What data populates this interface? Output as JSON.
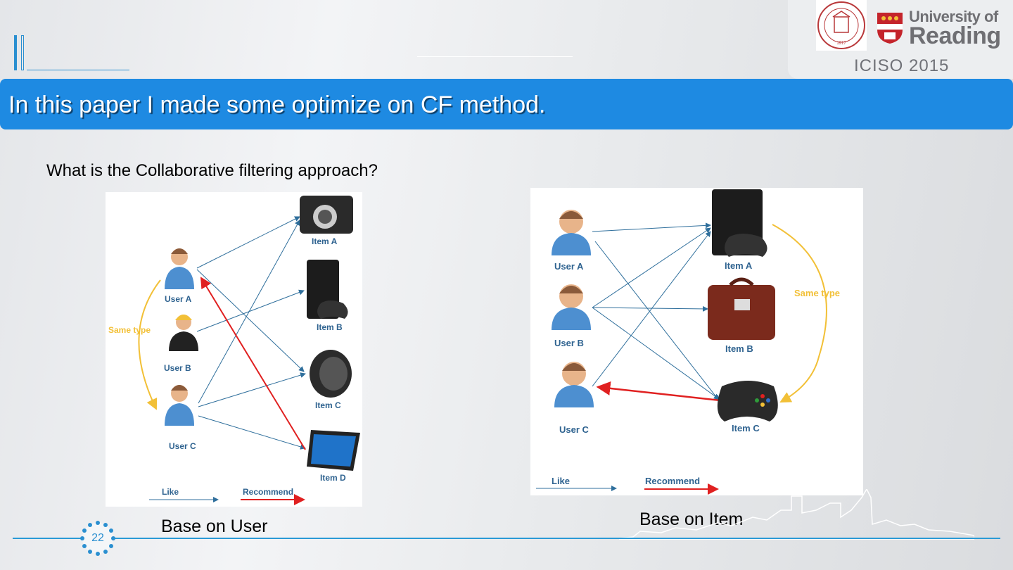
{
  "header": {
    "university_name_line1": "University of",
    "university_name_line2": "Reading",
    "conference": "ICISO 2015",
    "seal_year": "1917"
  },
  "banner": {
    "title": "In this paper I made some optimize on CF method."
  },
  "question": "What is the Collaborative filtering approach?",
  "diagram_user": {
    "caption": "Base on User",
    "users": [
      "User A",
      "User B",
      "User C"
    ],
    "items": [
      "Item  A",
      "Item B",
      "Item  C",
      "Item D"
    ],
    "group_label": "Same type",
    "legend": {
      "like": "Like",
      "recommend": "Recommend"
    }
  },
  "diagram_item": {
    "caption": "Base on Item",
    "users": [
      "User A",
      "User B",
      "User C"
    ],
    "items": [
      "Item A",
      "Item B",
      "Item C"
    ],
    "group_label": "Same type",
    "legend": {
      "like": "Like",
      "recommend": "Recommend"
    }
  },
  "footer": {
    "page_number": "22"
  },
  "colors": {
    "banner": "#1e8ae2",
    "like_arrow": "#2f6f9c",
    "recommend_arrow": "#e02020",
    "group_arc": "#f2c037",
    "label_blue": "#2f6390"
  }
}
